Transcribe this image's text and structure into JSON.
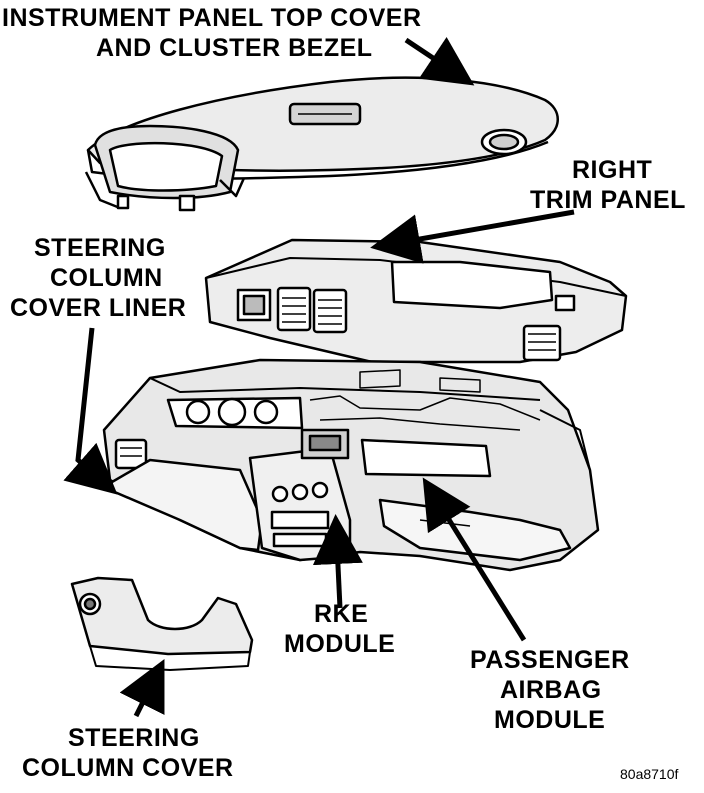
{
  "labels": {
    "top_cover": [
      "INSTRUMENT PANEL TOP COVER",
      "AND CLUSTER BEZEL"
    ],
    "right_trim": [
      "RIGHT",
      "TRIM PANEL"
    ],
    "column_liner": [
      "STEERING",
      "COLUMN",
      "COVER LINER"
    ],
    "rke": [
      "RKE",
      "MODULE"
    ],
    "airbag": [
      "PASSENGER",
      "AIRBAG",
      "MODULE"
    ],
    "column_cover": [
      "STEERING",
      "COLUMN COVER"
    ]
  },
  "figure_id": "80a8710f"
}
